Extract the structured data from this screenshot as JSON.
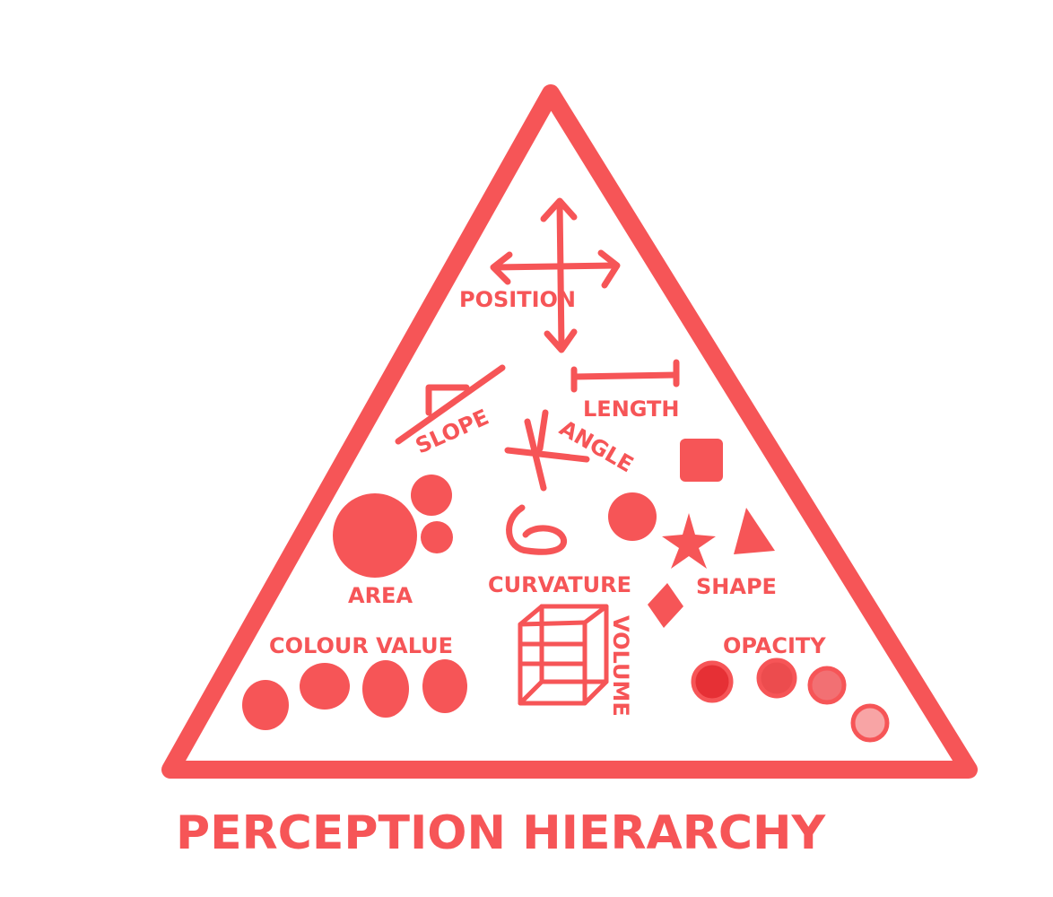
{
  "colors": {
    "ink": "#f65557",
    "opacity_fills": [
      "#e63035",
      "#ec4c4e",
      "#f27073",
      "#f8a4a5"
    ]
  },
  "labels": {
    "position": "POSITION",
    "length": "LENGTH",
    "slope": "SLOPE",
    "angle": "ANGLE",
    "area": "AREA",
    "curvature": "CURVATURE",
    "shape": "SHAPE",
    "colour_value": "COLOUR VALUE",
    "volume": "VOLUME",
    "opacity": "OPACITY"
  },
  "title": "PERCEPTION HIERARCHY"
}
